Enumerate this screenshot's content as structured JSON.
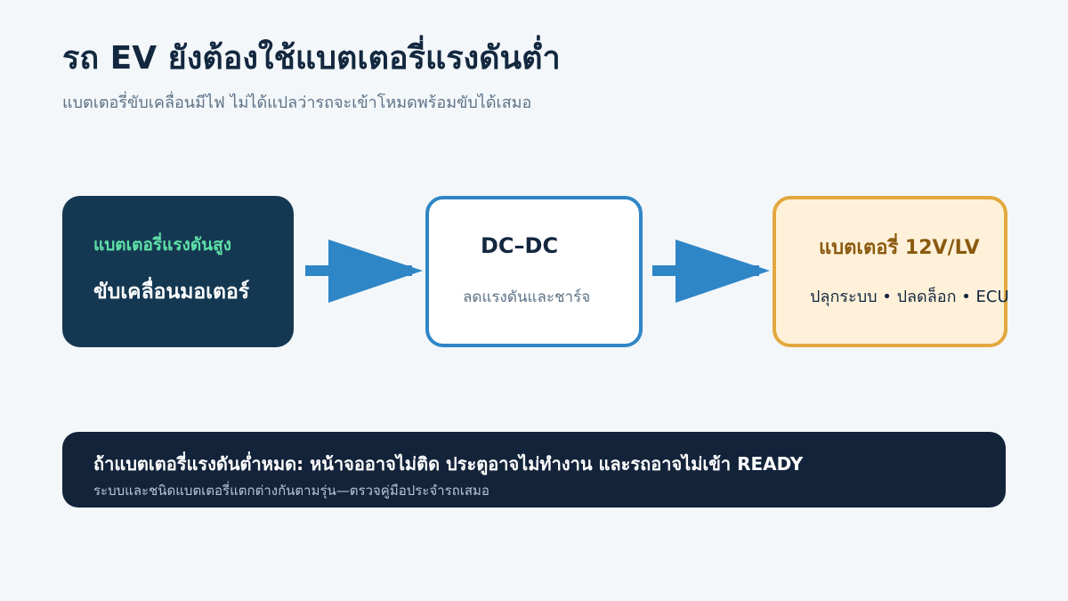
{
  "header": {
    "title": "รถ EV ยังต้องใช้แบตเตอรี่แรงดันต่ำ",
    "subtitle": "แบตเตอรี่ขับเคลื่อนมีไฟ ไม่ได้แปลว่ารถจะเข้าโหมดพร้อมขับได้เสมอ"
  },
  "flow": {
    "hv_box": {
      "kicker": "แบตเตอรี่แรงดันสูง",
      "label": "ขับเคลื่อนมอเตอร์",
      "bg_color": "#153852",
      "accent_color": "#5ee0a7"
    },
    "dcdc_box": {
      "title": "DC–DC",
      "label": "ลดแรงดันและชาร์จ",
      "border_color": "#2f86c6"
    },
    "lv_box": {
      "title": "แบตเตอรี่ 12V/LV",
      "label": "ปลุกระบบ • ปลดล็อก • ECU",
      "bg_color": "#fff1d9",
      "border_color": "#e3a83d"
    },
    "arrow_color": "#2f86c6"
  },
  "banner": {
    "main": "ถ้าแบตเตอรี่แรงดันต่ำหมด: หน้าจออาจไม่ติด ประตูอาจไม่ทำงาน และรถอาจไม่เข้า READY",
    "sub": "ระบบและชนิดแบตเตอรี่แตกต่างกันตามรุ่น—ตรวจคู่มือประจำรถเสมอ",
    "bg_color": "#13233a"
  }
}
